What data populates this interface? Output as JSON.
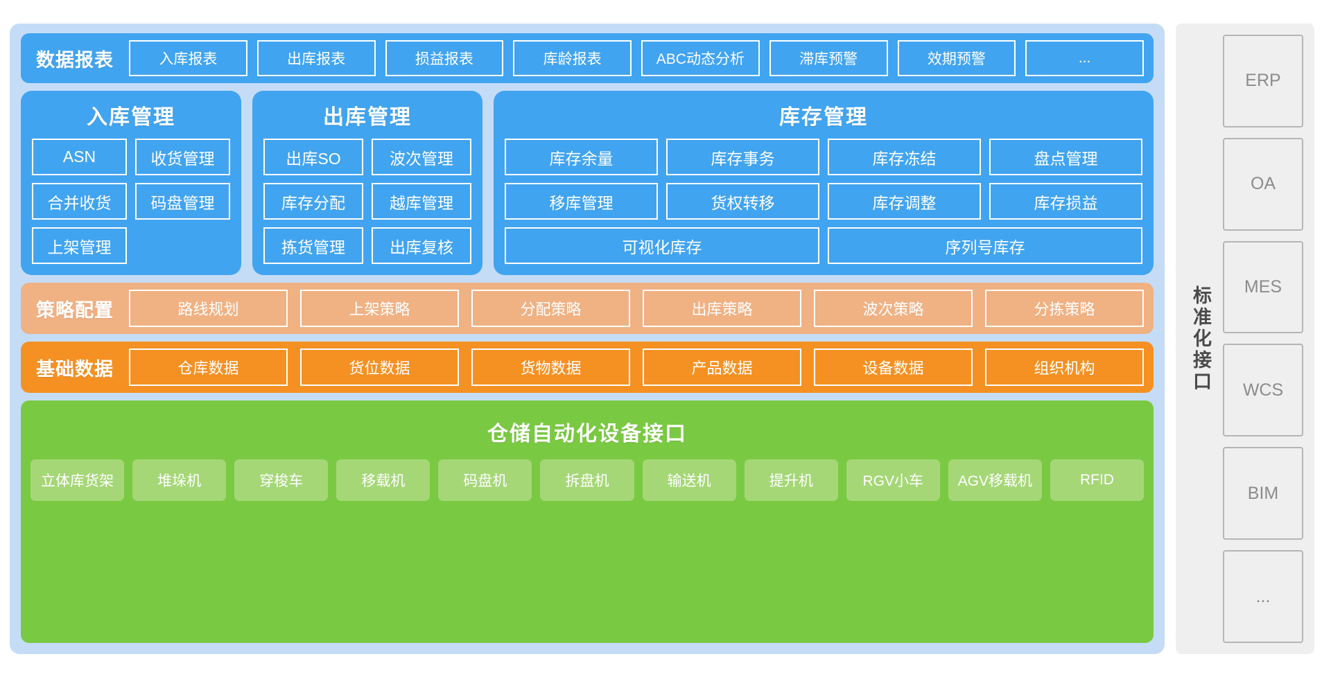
{
  "report_band": {
    "title": "数据报表",
    "items": [
      "入库报表",
      "出库报表",
      "损益报表",
      "库龄报表",
      "ABC动态分析",
      "滞库预警",
      "效期预警",
      "..."
    ]
  },
  "modules": [
    {
      "title": "入库管理",
      "rows": [
        [
          "ASN",
          "收货管理"
        ],
        [
          "合并收货",
          "码盘管理"
        ],
        [
          "上架管理",
          ""
        ]
      ]
    },
    {
      "title": "出库管理",
      "rows": [
        [
          "出库SO",
          "波次管理"
        ],
        [
          "库存分配",
          "越库管理"
        ],
        [
          "拣货管理",
          "出库复核"
        ]
      ]
    },
    {
      "title": "库存管理",
      "rows": [
        [
          "库存余量",
          "库存事务",
          "库存冻结",
          "盘点管理"
        ],
        [
          "移库管理",
          "货权转移",
          "库存调整",
          "库存损益"
        ],
        [
          "可视化库存",
          "序列号库存"
        ]
      ]
    }
  ],
  "strategy_band": {
    "title": "策略配置",
    "items": [
      "路线规划",
      "上架策略",
      "分配策略",
      "出库策略",
      "波次策略",
      "分拣策略"
    ]
  },
  "basic_band": {
    "title": "基础数据",
    "items": [
      "仓库数据",
      "货位数据",
      "货物数据",
      "产品数据",
      "设备数据",
      "组织机构"
    ]
  },
  "equipment_band": {
    "title": "仓储自动化设备接口",
    "items": [
      "立体库货架",
      "堆垛机",
      "穿梭车",
      "移载机",
      "码盘机",
      "拆盘机",
      "输送机",
      "提升机",
      "RGV小车",
      "AGV移载机",
      "RFID"
    ]
  },
  "side_panel": {
    "label": "标准化接口",
    "items": [
      "ERP",
      "OA",
      "MES",
      "WCS",
      "BIM",
      "..."
    ]
  },
  "colors": {
    "panel_bg": "#c5dcf7",
    "blue": "#41a4f0",
    "light_orange": "#f0b183",
    "orange": "#f59122",
    "green": "#7ac943",
    "green_chip": "#a5d777",
    "side_bg": "#efefef",
    "side_border": "#b5b5b5"
  }
}
